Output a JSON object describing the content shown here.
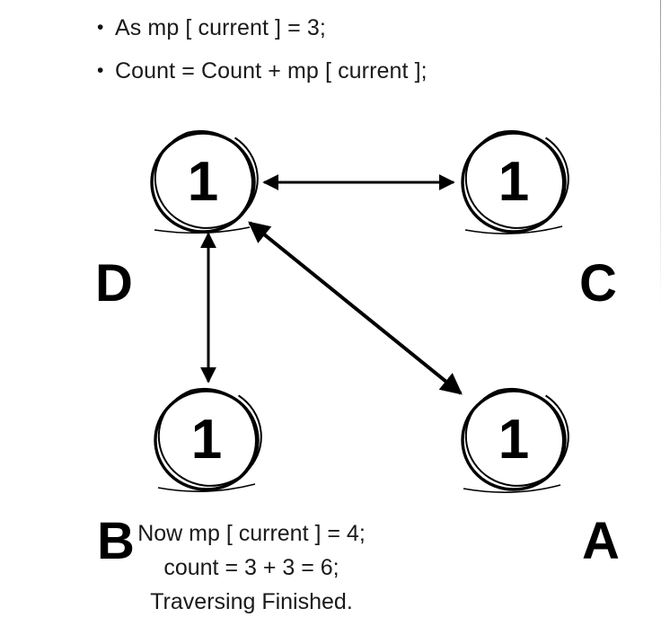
{
  "slide": {
    "background_color": "#ffffff",
    "ink_color": "#000000"
  },
  "bullets": [
    {
      "marker": "bullet-dot",
      "text": "As mp [ current ] = 3;"
    },
    {
      "marker": "bullet-dot",
      "text": "Count = Count + mp [ current ];"
    }
  ],
  "graph": {
    "nodes": [
      {
        "id": "D",
        "label": "D",
        "value": "1",
        "label_side": "left"
      },
      {
        "id": "C",
        "label": "C",
        "value": "1",
        "label_side": "right"
      },
      {
        "id": "B",
        "label": "B",
        "value": "1",
        "label_side": "left"
      },
      {
        "id": "A",
        "label": "A",
        "value": "1",
        "label_side": "right"
      }
    ],
    "edges": [
      {
        "from": "D",
        "to": "C",
        "arrow": "double",
        "orientation": "horizontal"
      },
      {
        "from": "D",
        "to": "B",
        "arrow": "double",
        "orientation": "vertical"
      },
      {
        "from": "D",
        "to": "A",
        "arrow": "double",
        "orientation": "diagonal"
      }
    ]
  },
  "caption": {
    "lines": [
      "Now mp [ current ] = 4;",
      "count = 3 + 3 = 6;",
      "Traversing Finished."
    ]
  }
}
